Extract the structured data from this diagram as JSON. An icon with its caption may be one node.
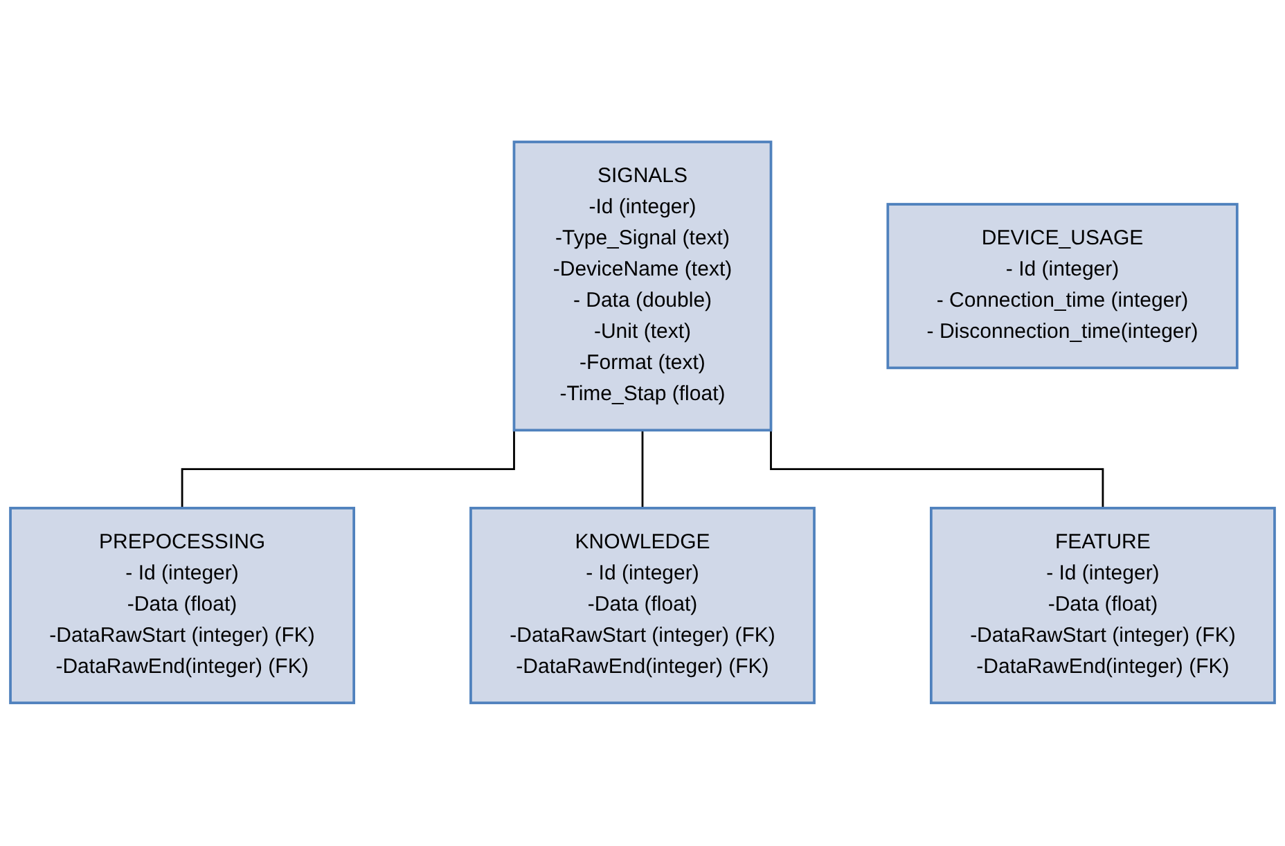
{
  "diagram": {
    "nodes": [
      {
        "text": [
          "SIGNALS",
          "-Id (integer)",
          "-Type_Signal (text)",
          "-DeviceName (text)",
          "- Data (double)",
          "-Unit (text)",
          "-Format (text)",
          "-Time_Stap (float)"
        ]
      },
      {
        "text": [
          "DEVICE_USAGE",
          "- Id (integer)",
          "- Connection_time (integer)",
          "- Disconnection_time(integer)"
        ]
      },
      {
        "text": [
          "PREPOCESSING",
          "- Id (integer)",
          "-Data (float)",
          "-DataRawStart (integer) (FK)",
          "-DataRawEnd(integer) (FK)"
        ]
      },
      {
        "text": [
          "KNOWLEDGE",
          "- Id (integer)",
          "-Data (float)",
          "-DataRawStart (integer) (FK)",
          "-DataRawEnd(integer) (FK)"
        ]
      },
      {
        "text": [
          "FEATURE",
          "- Id (integer)",
          "-Data (float)",
          "-DataRawStart (integer) (FK)",
          "-DataRawEnd(integer) (FK)"
        ]
      }
    ],
    "edges": [
      {
        "from": 0,
        "to": 2,
        "arrow": "none"
      },
      {
        "from": 0,
        "to": 3,
        "arrow": "none"
      },
      {
        "from": 0,
        "to": 4,
        "arrow": "none"
      }
    ]
  }
}
